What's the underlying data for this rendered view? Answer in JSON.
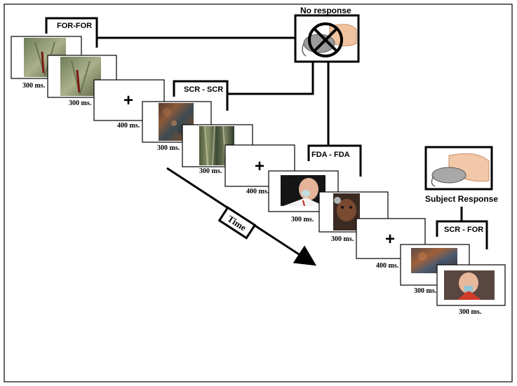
{
  "labels": {
    "for_for": "FOR-FOR",
    "scr_scr": "SCR - SCR",
    "fda_fda": "FDA - FDA",
    "scr_for": "SCR - FOR",
    "no_response": "No response",
    "subject_response": "Subject Response",
    "time": "Time"
  },
  "frames": [
    {
      "id": "f1",
      "kind": "image",
      "image": "torso-wound",
      "duration": "300 ms."
    },
    {
      "id": "f2",
      "kind": "image",
      "image": "torso-wound",
      "duration": "300 ms."
    },
    {
      "id": "f3",
      "kind": "fixation",
      "symbol": "+",
      "duration": "400 ms."
    },
    {
      "id": "f4",
      "kind": "image",
      "image": "scrambled-texture",
      "duration": "300 ms."
    },
    {
      "id": "f5",
      "kind": "image",
      "image": "scrambled-texture",
      "duration": "300 ms."
    },
    {
      "id": "f6",
      "kind": "fixation",
      "symbol": "+",
      "duration": "400 ms."
    },
    {
      "id": "f7",
      "kind": "image",
      "image": "oxygen-mask-man",
      "duration": "300 ms."
    },
    {
      "id": "f8",
      "kind": "image",
      "image": "crying-child",
      "duration": "300 ms."
    },
    {
      "id": "f9",
      "kind": "fixation",
      "symbol": "+",
      "duration": "400 ms."
    },
    {
      "id": "f10",
      "kind": "image",
      "image": "scrambled-texture",
      "duration": "300 ms."
    },
    {
      "id": "f11",
      "kind": "image",
      "image": "child-inhaler",
      "duration": "300 ms."
    }
  ],
  "icons": {
    "no_response": "crossed-mouse-icon",
    "subject_response": "hand-on-mouse-icon"
  }
}
